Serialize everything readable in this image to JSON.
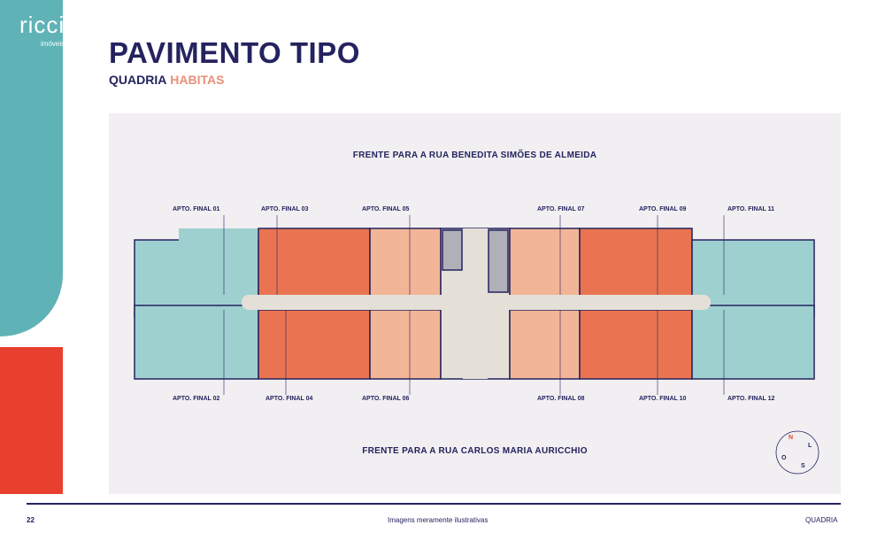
{
  "logo": {
    "text": "ricci",
    "tagline": "imóveis"
  },
  "header": {
    "title": "PAVIMENTO TIPO",
    "subtitle_a": "QUADRIA",
    "subtitle_b": "HABITAS"
  },
  "plan": {
    "front_top": "FRENTE PARA A RUA BENEDITA SIMÕES DE ALMEIDA",
    "front_bottom": "FRENTE PARA A RUA CARLOS MARIA AURICCHIO",
    "top_labels": [
      "APTO. FINAL 01",
      "APTO. FINAL 03",
      "APTO. FINAL 05",
      "APTO. FINAL 07",
      "APTO. FINAL 09",
      "APTO. FINAL 11"
    ],
    "bottom_labels": [
      "APTO. FINAL 02",
      "APTO. FINAL 04",
      "APTO. FINAL 06",
      "APTO. FINAL 08",
      "APTO. FINAL 10",
      "APTO. FINAL 12"
    ],
    "compass": {
      "n": "N",
      "s": "S",
      "l": "L",
      "o": "O"
    },
    "colors": {
      "teal": "#9fd0d0",
      "orange": "#ea7451",
      "salmon": "#f3b597",
      "navy": "#24235f",
      "corridor": "#e4e0d8"
    }
  },
  "footer": {
    "page": "22",
    "note": "Imagens meramente ilustrativas",
    "brand": "QUADRIA"
  }
}
